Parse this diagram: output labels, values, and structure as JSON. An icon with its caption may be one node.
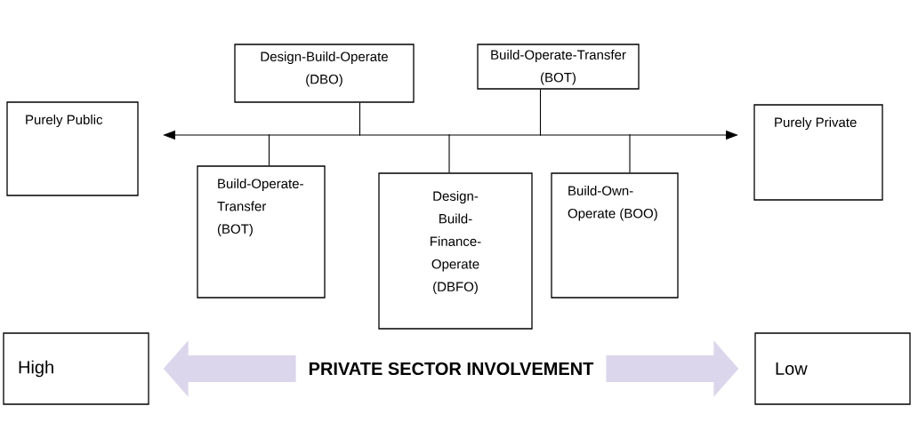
{
  "diagram": {
    "nodes": [
      {
        "text": [
          "Purely Public"
        ]
      },
      {
        "text": [
          "Design-Build-Operate (DBO)"
        ]
      },
      {
        "text": [
          "Build-Operate-Transfer (BOT)"
        ]
      },
      {
        "text": [
          "Purely Private"
        ]
      },
      {
        "text": [
          "Build-Operate-Transfer (BOT)"
        ]
      },
      {
        "text": [
          "Design-Build-Finance-Operate (DBFO)"
        ]
      },
      {
        "text": [
          "Build-Own-Operate (BOO)"
        ]
      },
      {
        "text": [
          "High"
        ]
      },
      {
        "text": [
          "Low"
        ]
      }
    ],
    "edges": [
      {
        "from": 1,
        "to": null,
        "arrow": "none"
      },
      {
        "from": 2,
        "to": null,
        "arrow": "none"
      },
      {
        "from": 4,
        "to": null,
        "arrow": "none"
      },
      {
        "from": 5,
        "to": null,
        "arrow": "none"
      },
      {
        "from": 6,
        "to": null,
        "arrow": "none"
      },
      {
        "from": 7,
        "to": 8,
        "arrow": "both",
        "label": "PRIVATE SECTOR INVOLVEMENT",
        "style": "thick",
        "color": "#dcd6ec"
      }
    ]
  }
}
